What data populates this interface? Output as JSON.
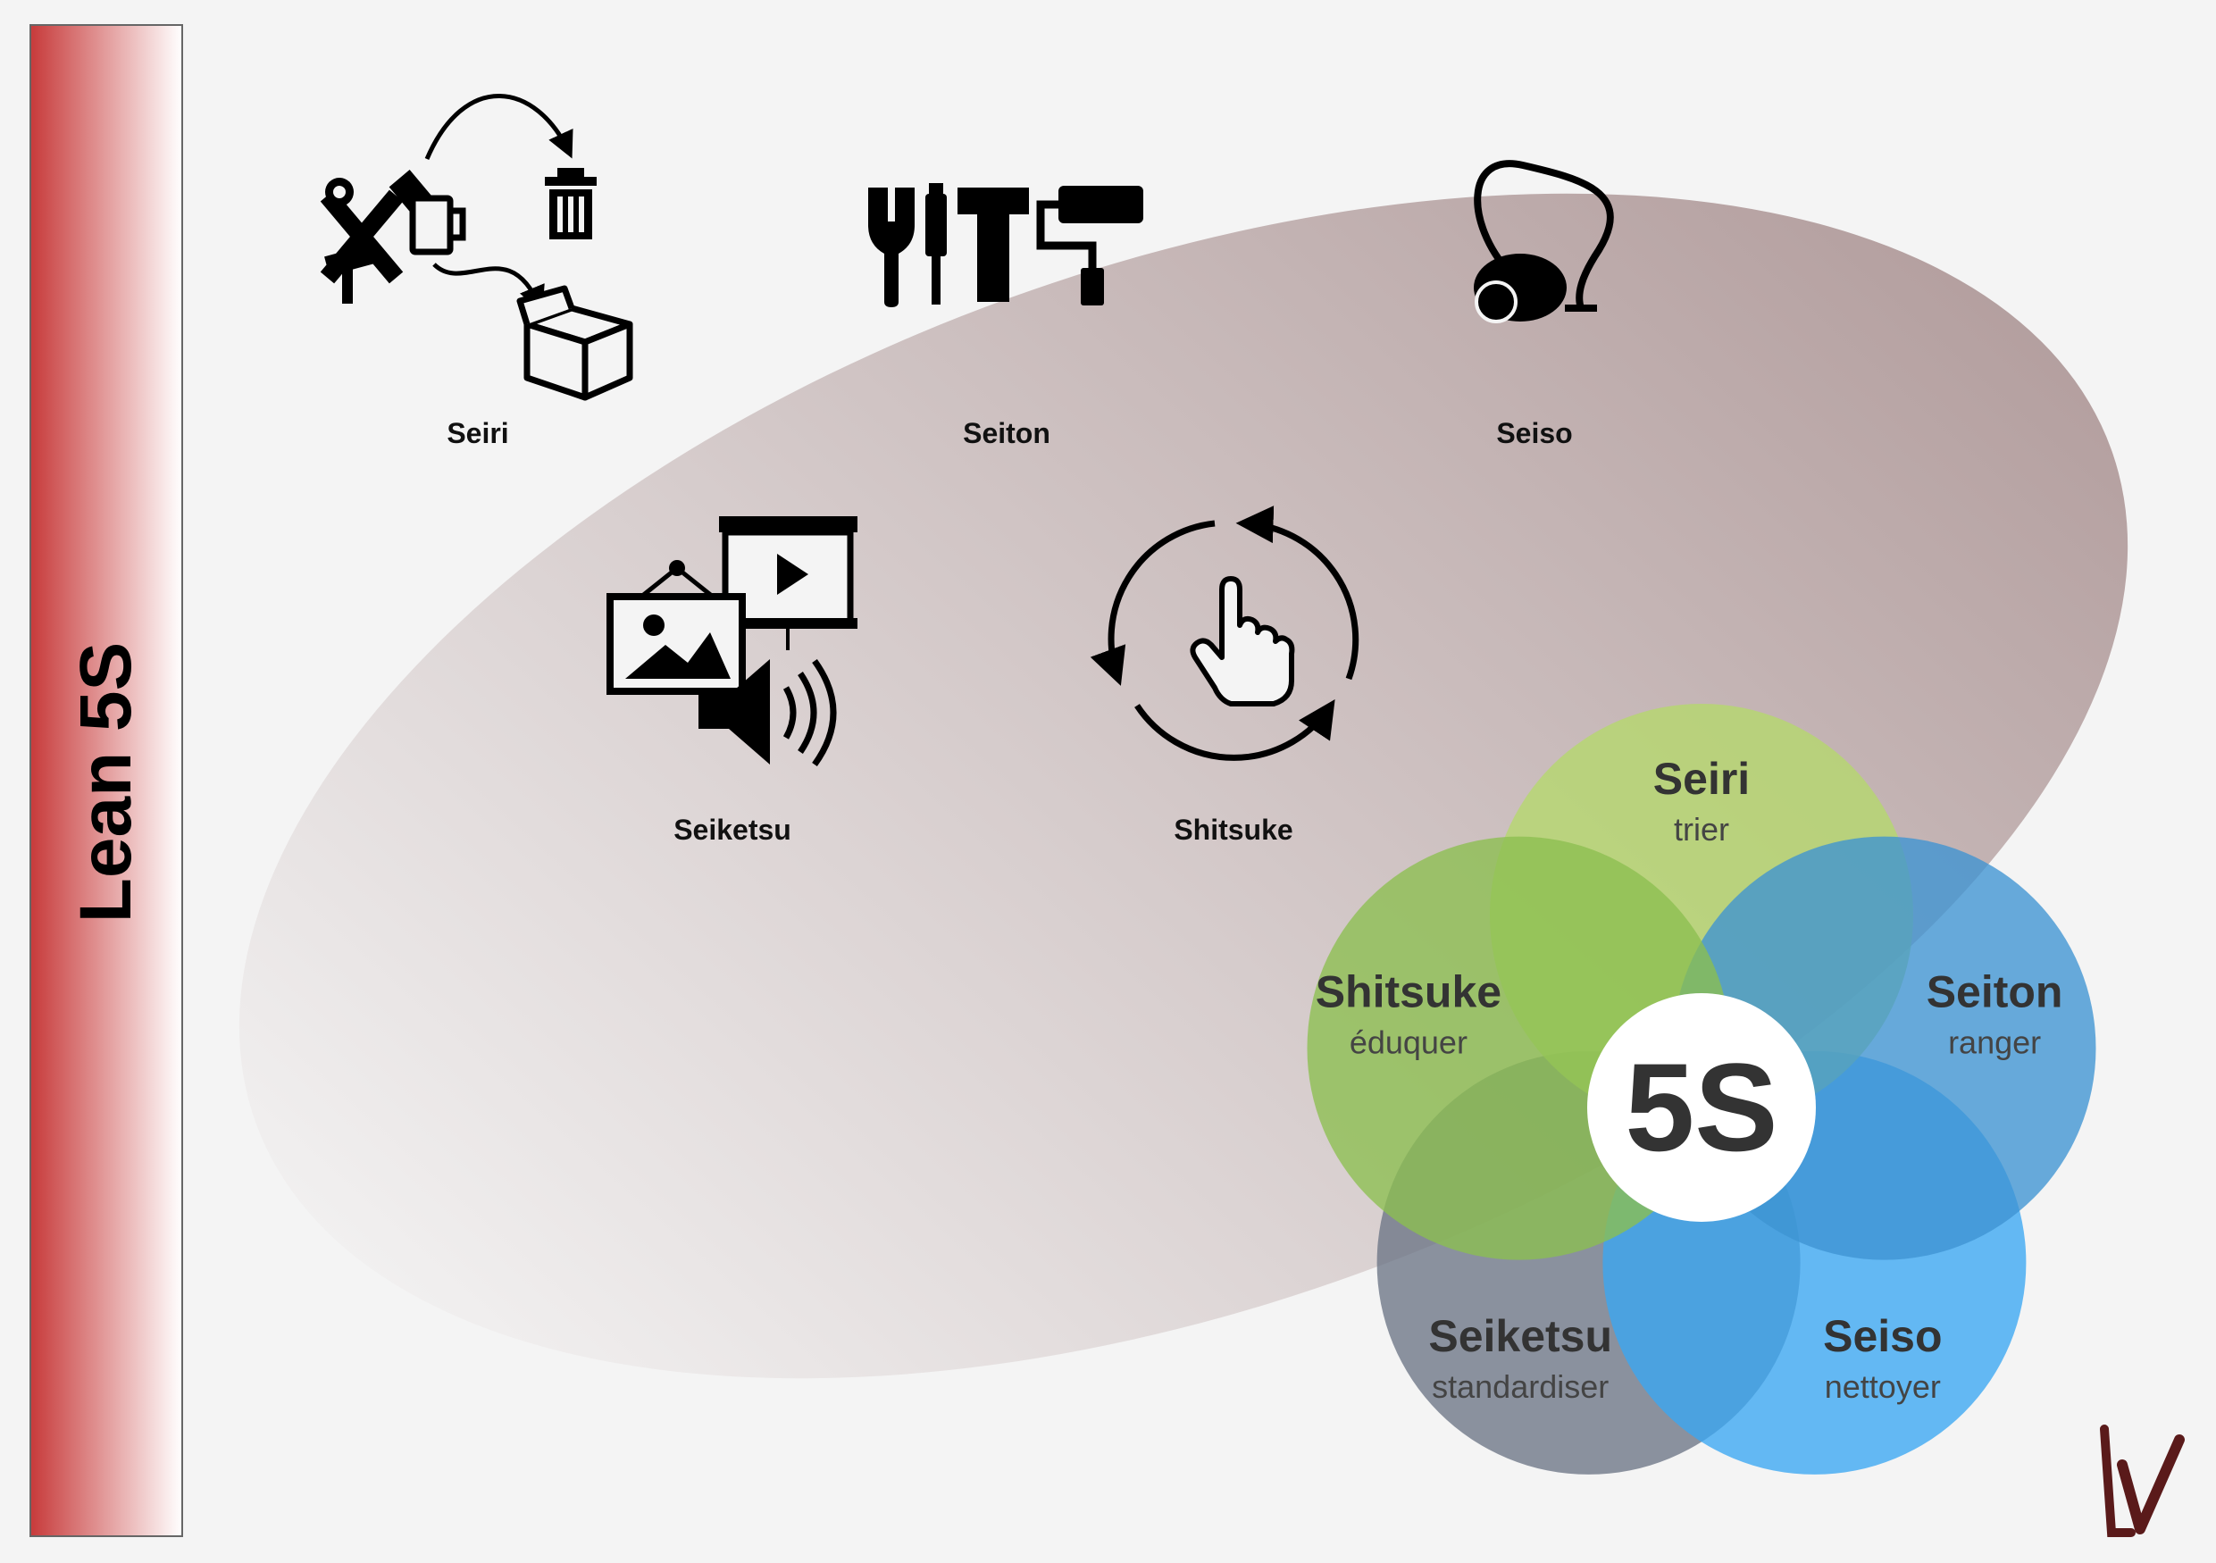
{
  "sidebar": {
    "title": "Lean 5S"
  },
  "icons": [
    {
      "icon": "sort-tools-icon",
      "label": "Seiri"
    },
    {
      "icon": "tools-icon",
      "label": "Seiton"
    },
    {
      "icon": "vacuum-cleaner-icon",
      "label": "Seiso"
    },
    {
      "icon": "visual-media-icon",
      "label": "Seiketsu"
    },
    {
      "icon": "cycle-hand-icon",
      "label": "Shitsuke"
    }
  ],
  "flower": {
    "center": "5S",
    "petals": [
      {
        "name": "Seiri",
        "sub": "trier",
        "color": "#b5d96b"
      },
      {
        "name": "Seiton",
        "sub": "ranger",
        "color": "#3e94d2"
      },
      {
        "name": "Seiso",
        "sub": "nettoyer",
        "color": "#3aa7f2"
      },
      {
        "name": "Seiketsu",
        "sub": "standardiser",
        "color": "#6b7585"
      },
      {
        "name": "Shitsuke",
        "sub": "éduquer",
        "color": "#8cbf4f"
      }
    ]
  },
  "colors": {
    "sidebar": "#c73a3a",
    "ellipse": "#b49a9a"
  },
  "logo": {
    "text": "LV",
    "color": "#5a1a1a"
  }
}
